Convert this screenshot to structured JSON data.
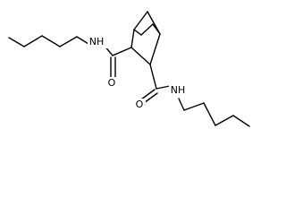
{
  "molecule": {
    "atoms": {
      "n_left": "NH",
      "o_left": "O",
      "n_right": "NH",
      "o_right": "O"
    }
  }
}
